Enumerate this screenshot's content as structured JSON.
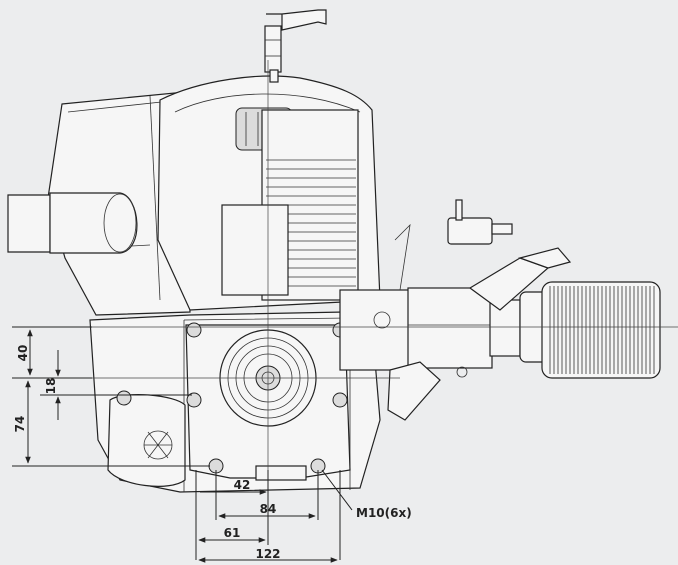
{
  "dimensions": {
    "d40": "40",
    "d18": "18",
    "d74": "74",
    "d42": "42",
    "d84": "84",
    "d61": "61",
    "d122": "122"
  },
  "callout": {
    "thread": "M10(6x)"
  },
  "colors": {
    "background": "#ecedee",
    "line": "#222222",
    "body_fill": "#f6f6f6"
  }
}
